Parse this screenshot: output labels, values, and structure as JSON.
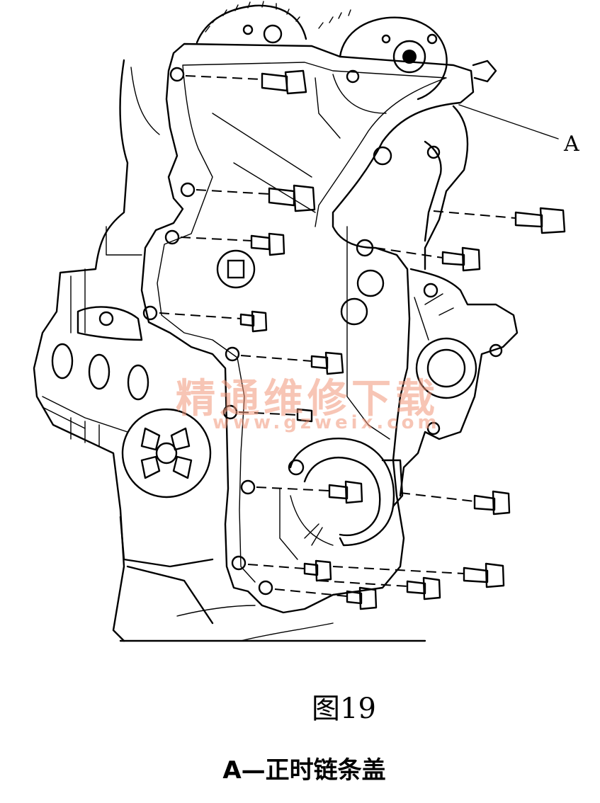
{
  "callout": {
    "label": "A"
  },
  "watermark": {
    "text": "精通维修下载",
    "url": "www.gzweix.com"
  },
  "figure": {
    "title": "图19"
  },
  "legend": {
    "text": "A—正时链条盖"
  }
}
